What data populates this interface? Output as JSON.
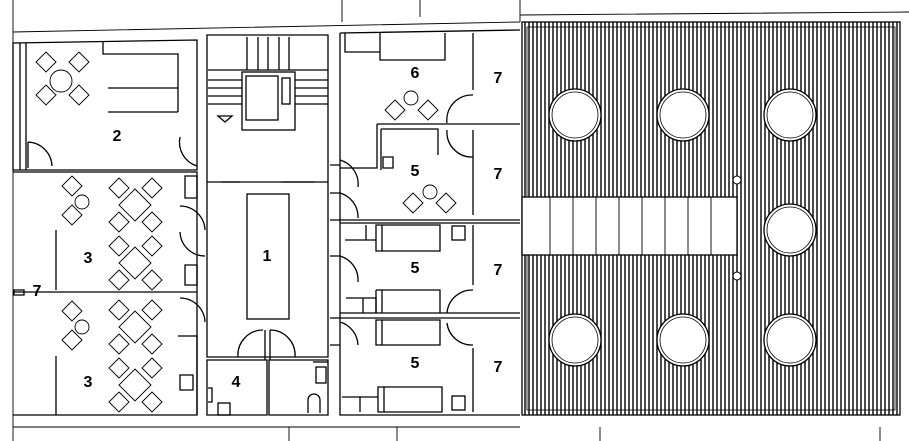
{
  "plan": {
    "rooms": [
      {
        "id": "room-2",
        "label": "2"
      },
      {
        "id": "room-3-upper",
        "label": "3"
      },
      {
        "id": "room-3-lower",
        "label": "3"
      },
      {
        "id": "corridor-left",
        "label": "7"
      },
      {
        "id": "stair-hall",
        "label": "1"
      },
      {
        "id": "room-4",
        "label": "4"
      },
      {
        "id": "room-6",
        "label": "6"
      },
      {
        "id": "room-5-a",
        "label": "5"
      },
      {
        "id": "room-5-b",
        "label": "5"
      },
      {
        "id": "room-5-c",
        "label": "5"
      },
      {
        "id": "closet-a",
        "label": "7"
      },
      {
        "id": "closet-b",
        "label": "7"
      },
      {
        "id": "closet-c",
        "label": "7"
      },
      {
        "id": "closet-d",
        "label": "7"
      }
    ]
  }
}
